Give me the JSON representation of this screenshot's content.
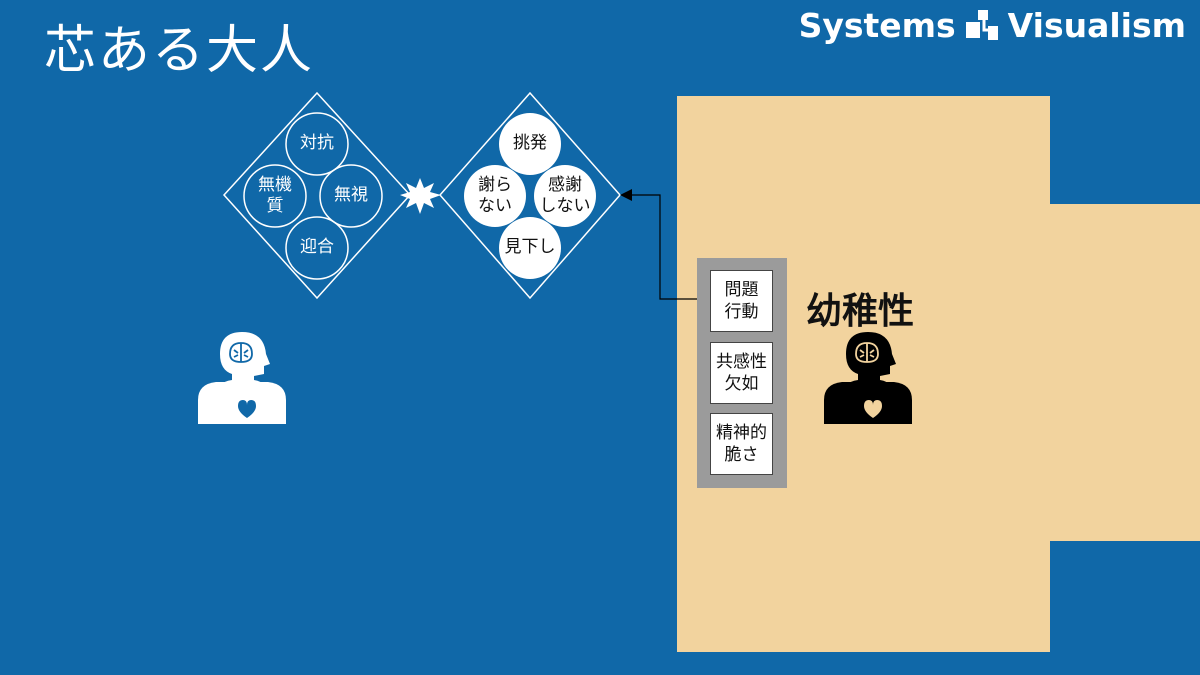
{
  "slide": {
    "title": "芯ある大人"
  },
  "brand": {
    "left_word": "Systems",
    "right_word": "Visualism"
  },
  "adult_responses": [
    {
      "label": "対抗"
    },
    {
      "label": "無機\n質"
    },
    {
      "label": "無視"
    },
    {
      "label": "迎合"
    }
  ],
  "child_behaviors": [
    {
      "label": "挑発"
    },
    {
      "label": "謝ら\nない"
    },
    {
      "label": "感謝\nしない"
    },
    {
      "label": "見下し"
    }
  ],
  "traits": [
    {
      "label": "問題\n行動"
    },
    {
      "label": "共感性\n欠如"
    },
    {
      "label": "精神的\n脆さ"
    }
  ],
  "childishness": {
    "label": "幼稚性"
  },
  "colors": {
    "background": "#1068a8",
    "beige": "#f2d39e",
    "panel": "#9b9b9b",
    "adult_figure": "#ffffff",
    "child_figure": "#000000"
  },
  "icons": [
    "adult-person-icon",
    "child-person-icon",
    "heart-icon",
    "brain-icon",
    "clash-burst-icon",
    "brand-logo-icon",
    "arrow-head-icon"
  ]
}
